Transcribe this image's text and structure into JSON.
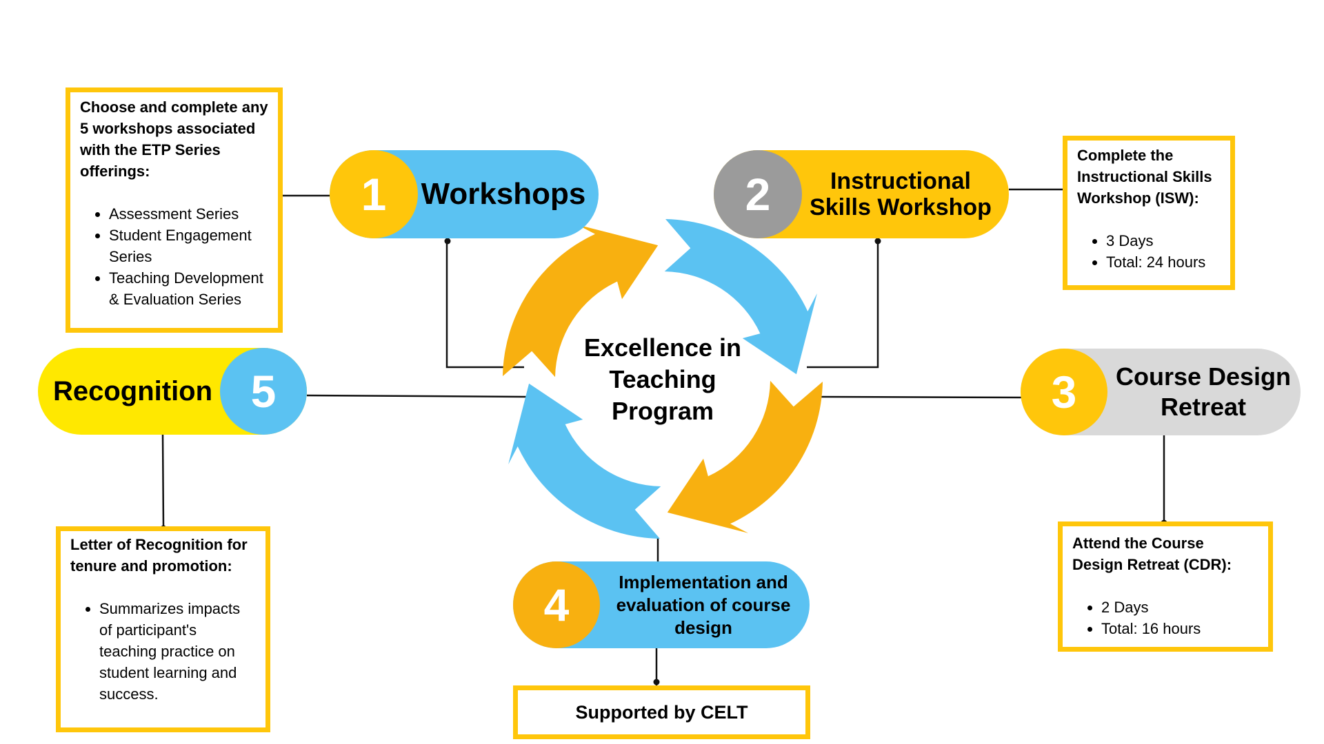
{
  "center": {
    "title_lines": [
      "Excellence in",
      "Teaching",
      "Program"
    ]
  },
  "colors": {
    "blue": "#5BC2F2",
    "yellow": "#FFC60B",
    "arrow_yellow": "#F8B010",
    "gray": "#9B9B9B",
    "light_gray": "#D9D9D9",
    "bright_yellow": "#FFE800",
    "box_border": "#FFC60B"
  },
  "steps": [
    {
      "number": "1",
      "label": "Workshops"
    },
    {
      "number": "2",
      "label": "Instructional Skills Workshop"
    },
    {
      "number": "3",
      "label": "Course Design Retreat"
    },
    {
      "number": "4",
      "label": "Implementation and evaluation of course design"
    },
    {
      "number": "5",
      "label": "Recognition"
    }
  ],
  "boxes": {
    "workshops": {
      "heading": "Choose and complete any 5 workshops associated with the ETP Series offerings:",
      "items": [
        "Assessment Series",
        "Student Engagement Series",
        "Teaching Development & Evaluation Series"
      ]
    },
    "isw": {
      "heading": "Complete the Instructional Skills Workshop (ISW):",
      "items": [
        "3 Days",
        "Total: 24 hours"
      ]
    },
    "cdr": {
      "heading": "Attend the Course Design Retreat (CDR):",
      "items": [
        "2 Days",
        "Total: 16 hours"
      ]
    },
    "recognition": {
      "heading": "Letter of Recognition for tenure and promotion:",
      "items": [
        "Summarizes impacts of participant's teaching practice on student learning and success."
      ]
    },
    "support": {
      "text": "Supported by CELT"
    }
  },
  "cycle_arrows": [
    {
      "name": "cycle-arrow-top-left",
      "color": "arrow_yellow"
    },
    {
      "name": "cycle-arrow-top-right",
      "color": "blue"
    },
    {
      "name": "cycle-arrow-bottom-right",
      "color": "arrow_yellow"
    },
    {
      "name": "cycle-arrow-bottom-left",
      "color": "blue"
    }
  ]
}
